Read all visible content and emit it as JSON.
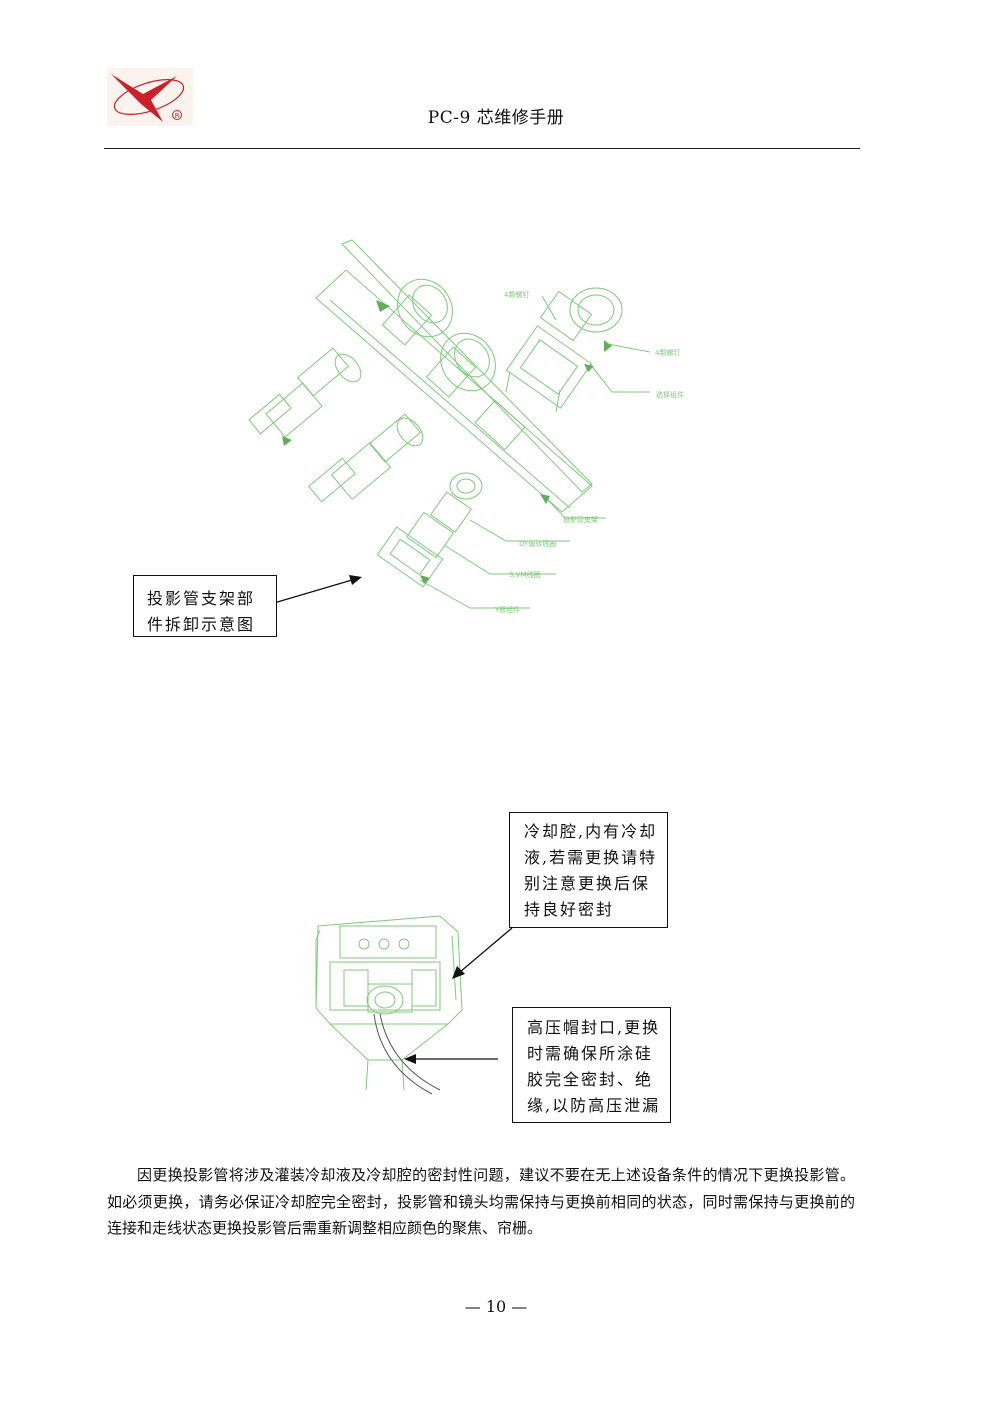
{
  "header": {
    "title": "PC-9 芯维修手册",
    "logo_icon": "red-star-registered-logo",
    "logo_mark": "R"
  },
  "figure1": {
    "callout_lines": [
      "投影管支架部",
      "件拆卸示意图"
    ],
    "labels": [
      "4颗螺钉",
      "4颗螺钉",
      "选择组件",
      "投影管支架",
      "DY偏转线圈",
      "S.VM线圈",
      "Y板组件"
    ]
  },
  "figure2": {
    "callout_top_lines": [
      "冷却腔,内有冷却",
      "液,若需更换请特",
      "别注意更换后保",
      "持良好密封"
    ],
    "callout_bottom_lines": [
      "高压帽封口,更换",
      "时需确保所涂硅",
      "胶完全密封、绝",
      "缘,以防高压泄漏"
    ]
  },
  "body_text": {
    "paragraph": "因更换投影管将涉及灌装冷却液及冷却腔的密封性问题，建议不要在无上述设备条件的情况下更换投影管。如必须更换，请务必保证冷却腔完全密封，投影管和镜头均需保持与更换前相同的状态，同时需保持与更换前的连接和走线状态更换投影管后需重新调整相应颜色的聚焦、帘栅。"
  },
  "footer": {
    "page_number": "— 10 —"
  },
  "colors": {
    "drawing_line": "#7fc97a",
    "logo_red": "#cc1f2a",
    "logo_bg": "#fbf4ee",
    "text": "#111111"
  }
}
